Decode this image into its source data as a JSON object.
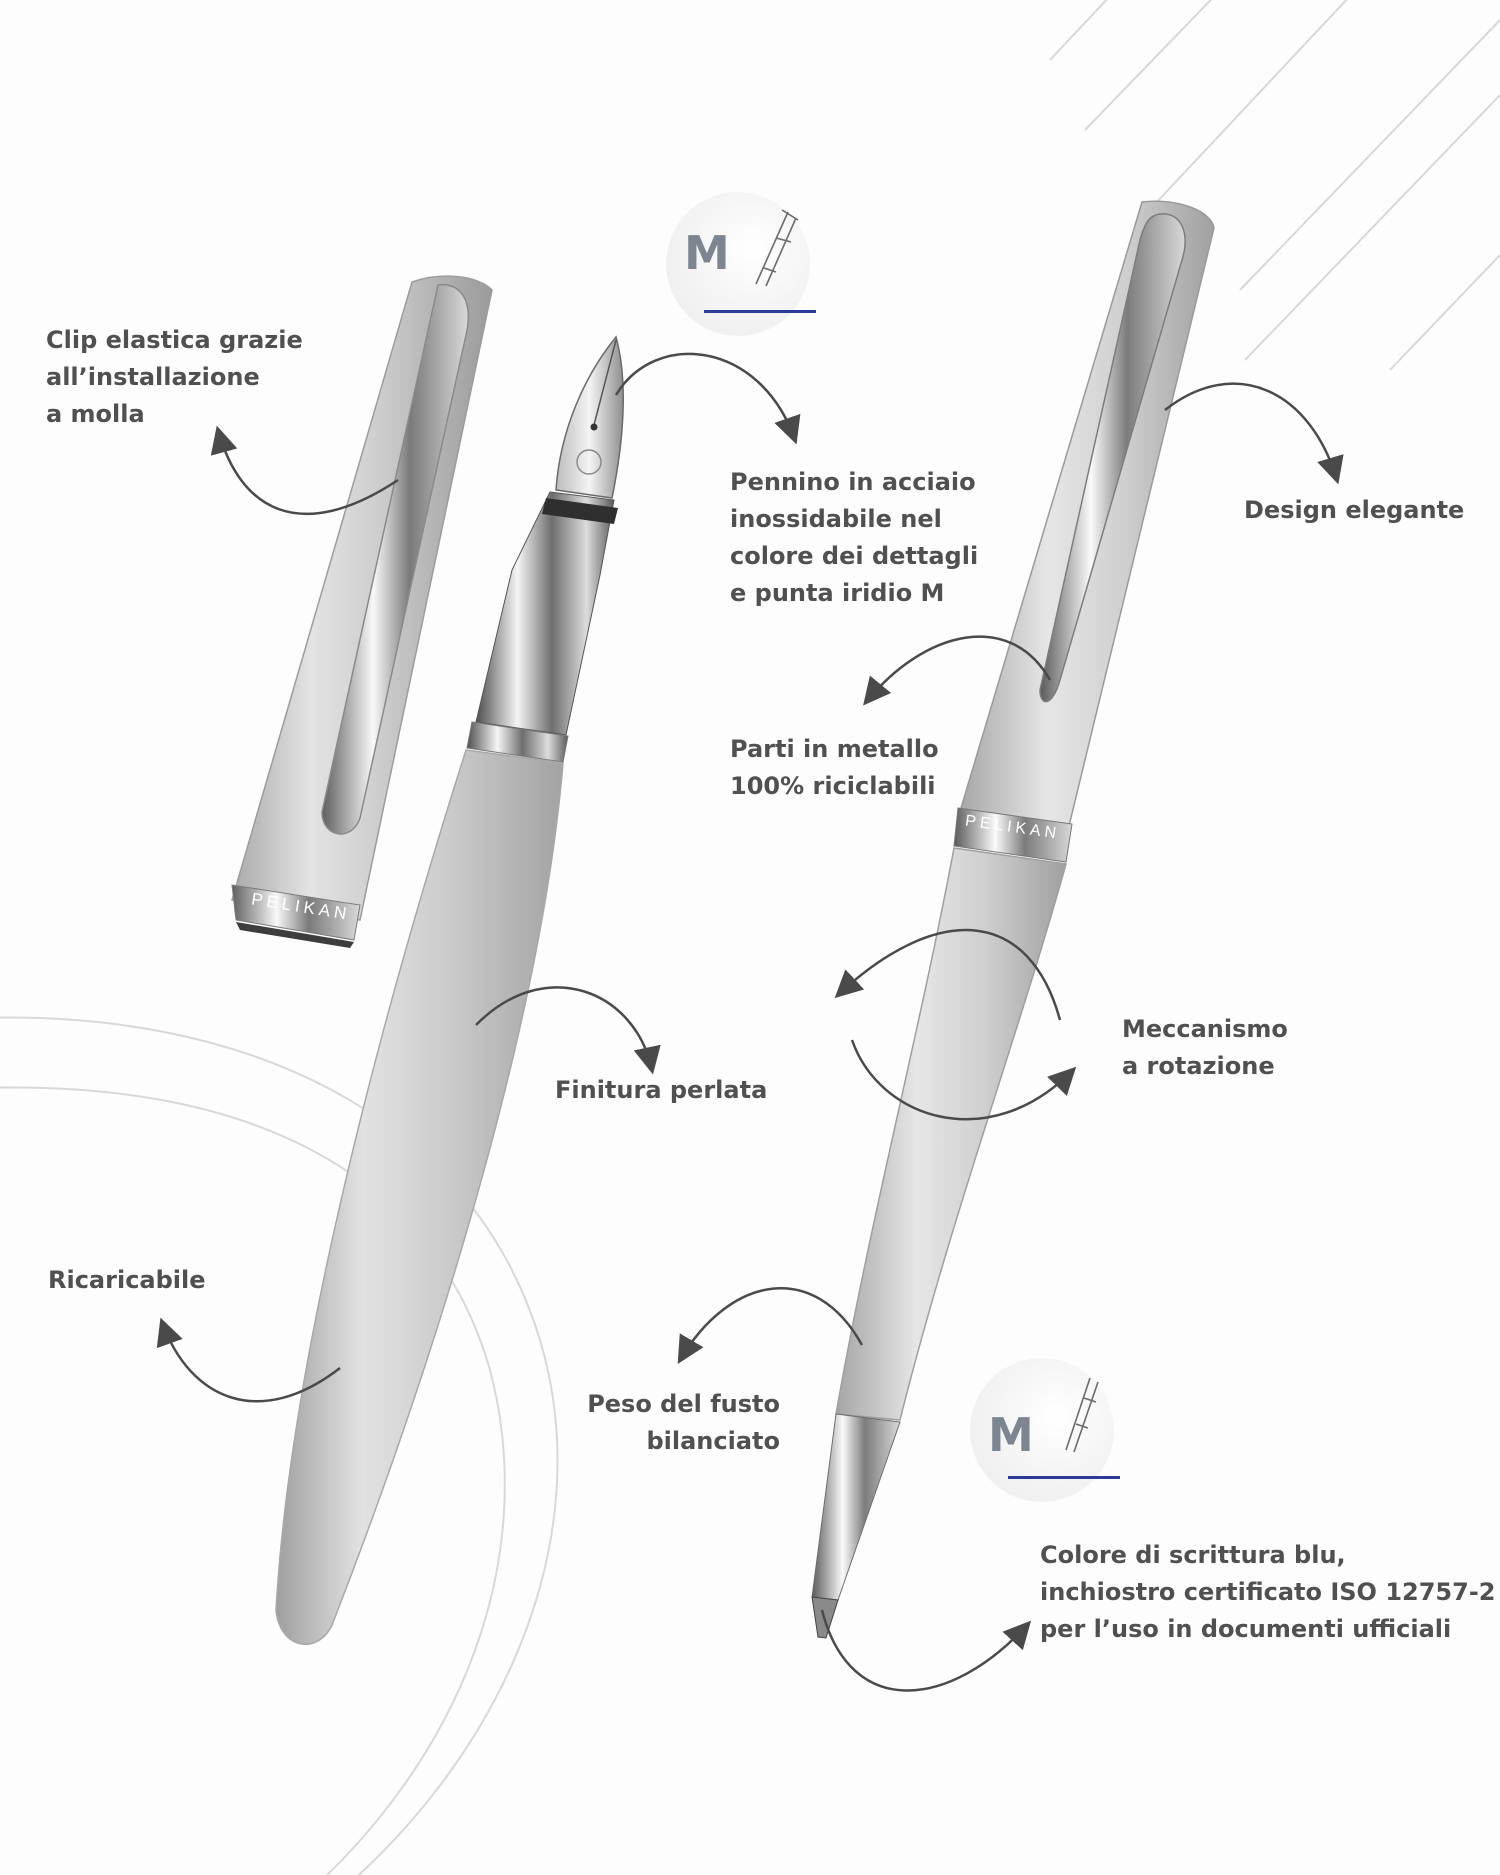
{
  "colors": {
    "background": "#fdfdfd",
    "label_text": "#505050",
    "arrow": "#4a4a4a",
    "badge_letter": "#7d8590",
    "badge_underline": "#2b3a9a",
    "deco_lines": "#d8d8d8",
    "barrel_silver": "#c8c8c8"
  },
  "badges": {
    "fountain_pen_nib": {
      "letter": "M"
    },
    "ballpoint_refill": {
      "letter": "M"
    }
  },
  "engravings": {
    "cap_ring": "PELIKAN",
    "ballpoint_ring": "PELIKAN"
  },
  "annotations": {
    "clip": [
      "Clip elastica grazie",
      "all’installazione",
      "a molla"
    ],
    "nib": [
      "Pennino in acciaio",
      "inossidabile nel",
      "colore dei dettagli",
      "e punta iridio M"
    ],
    "design": [
      "Design elegante"
    ],
    "metal": [
      "Parti in metallo",
      "100% riciclabili"
    ],
    "finish": [
      "Finitura perlata"
    ],
    "mechanism": [
      "Meccanismo",
      "a rotazione"
    ],
    "refillable": [
      "Ricaricabile"
    ],
    "weight": [
      "Peso del fusto",
      "bilanciato"
    ],
    "ink": [
      "Colore di scrittura blu,",
      "inchiostro certificato ISO 12757-2",
      "per l’uso in documenti ufficiali"
    ]
  }
}
